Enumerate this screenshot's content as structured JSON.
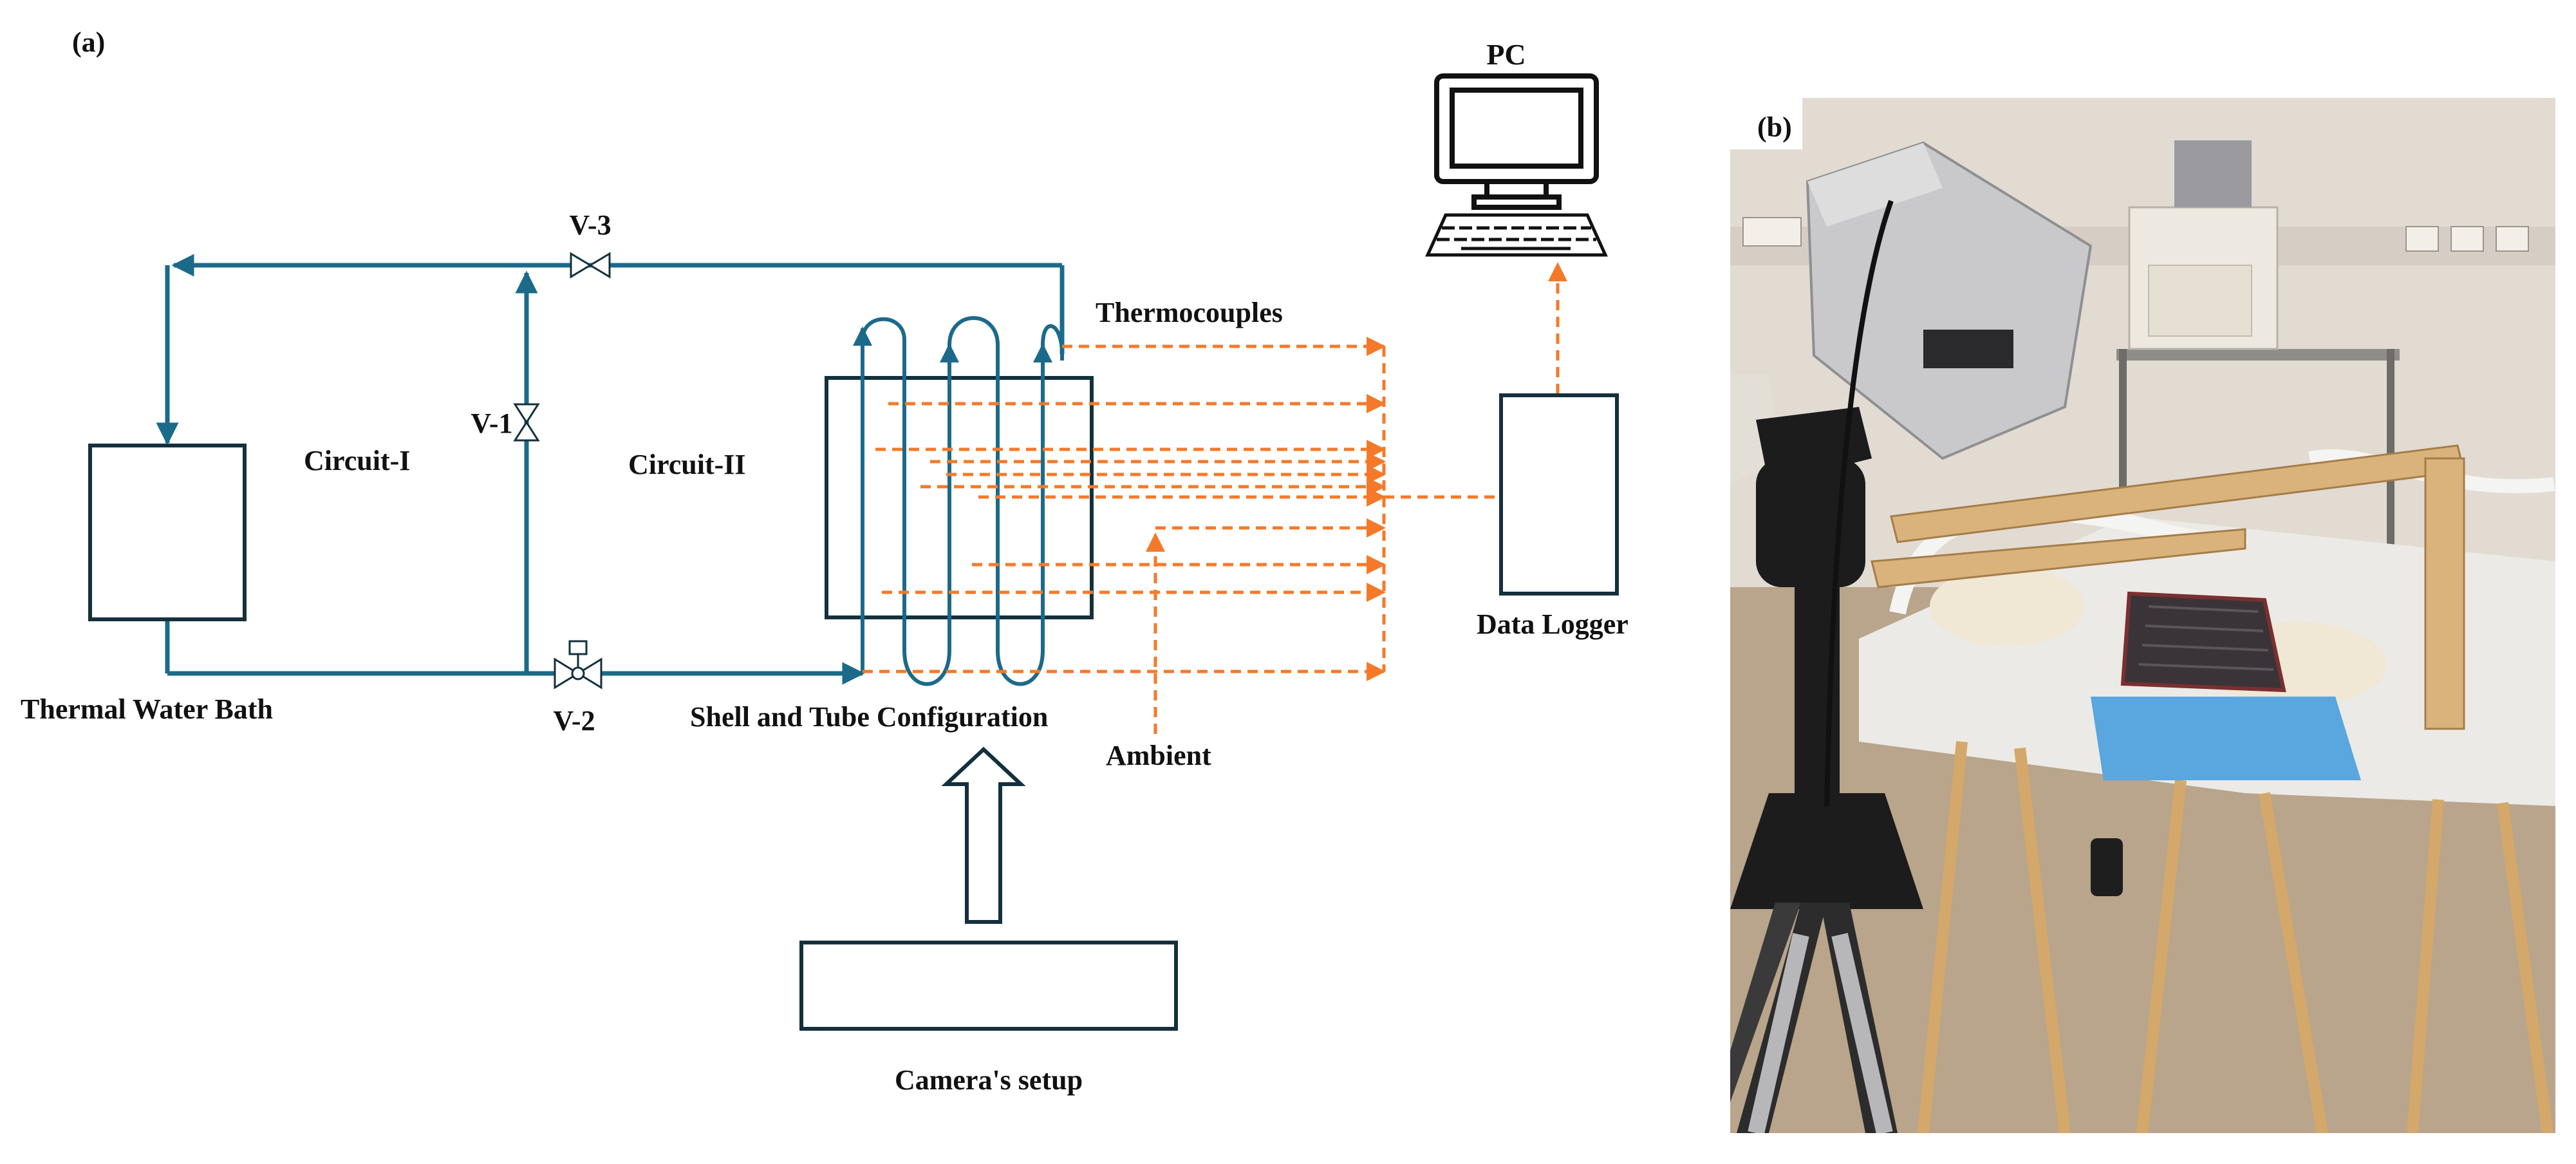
{
  "figure": {
    "panel_a_label": "(a)",
    "panel_b_label": "(b)"
  },
  "schematic": {
    "labels": {
      "pc": "PC",
      "valve_3": "V-3",
      "valve_1": "V-1",
      "valve_2": "V-2",
      "thermocouples": "Thermocouples",
      "circuit_1": "Circuit-I",
      "circuit_2": "Circuit-II",
      "thermal_water_bath": "Thermal Water Bath",
      "shell_tube": "Shell and Tube Configuration",
      "data_logger": "Data Logger",
      "ambient": "Ambient",
      "camera_setup": "Camera's setup"
    },
    "colors": {
      "pipe": "#1b6a8a",
      "signal": "#f47a2a",
      "outline": "#14303d",
      "text": "#111111"
    },
    "icons": [
      "computer-monitor-icon",
      "keyboard-icon",
      "valve-icon",
      "upward-arrow-icon"
    ]
  },
  "photo": {
    "colors": {
      "wall": "#e2dbd2",
      "floor": "#b9a48c",
      "table": "#eceae6",
      "wood": "#d9b27c",
      "camera_body": "#c9c9cb",
      "tripod": "#1c1c1c",
      "foam": "#5aa6de"
    },
    "icons": [
      "thermal-camera",
      "tripod",
      "test-rig",
      "wooden-frame"
    ]
  }
}
